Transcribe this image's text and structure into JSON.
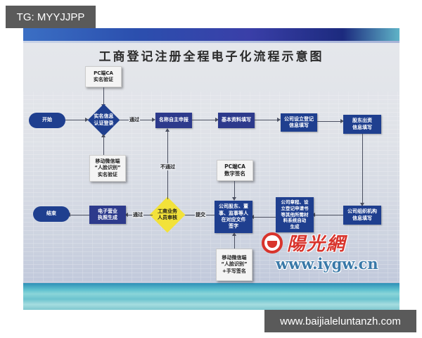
{
  "watermarks": {
    "top_left": "TG: MYYJJPP",
    "bottom_right": "www.baijialeluntanzh.com"
  },
  "diagram": {
    "title": "工商登记注册全程电子化流程示意图",
    "colors": {
      "box_navy": "#1f3f8f",
      "box_dark": "#2d3a8c",
      "diamond_blue": "#1f3f8f",
      "diamond_yellow": "#f2e23a",
      "note_white": "#f4f4f4",
      "connector": "#4a4f60"
    },
    "nodes": {
      "start": "开始",
      "pc_ca_verify": "PC端CA\n实名验证",
      "realname_login": "实名信息\n认证登录",
      "mobile_face_verify": "移动微信端\n“人脸识别”\n实名验证",
      "name_apply": "名称自主申报",
      "basic_info": "基本资料填写",
      "company_reg_info": "公司设立登记\n信息填写",
      "shareholder_info": "股东出资\n信息填写",
      "org_info": "公司组织机构\n信息填写",
      "docs_auto_gen": "公司章程、设\n立登记申请书\n等其他所需材\n料系统自动\n生成",
      "pc_ca_sign": "PC端CA\n数字签名",
      "sign_docs": "公司股东、董\n事、监事等人\n在对应文件\n签字",
      "mobile_face_sign": "移动微信端\n“人脸识别”\n+手写签名",
      "review": "工商业务\n人员审核",
      "license_gen": "电子营业\n执照生成",
      "end": "结束"
    },
    "edge_labels": {
      "pass_1": "通过",
      "not_pass": "不通过",
      "pass_2": "通过",
      "submit": "提交"
    }
  },
  "branding": {
    "logo_text": "陽光網",
    "logo_url": "www.iygw.cn"
  }
}
